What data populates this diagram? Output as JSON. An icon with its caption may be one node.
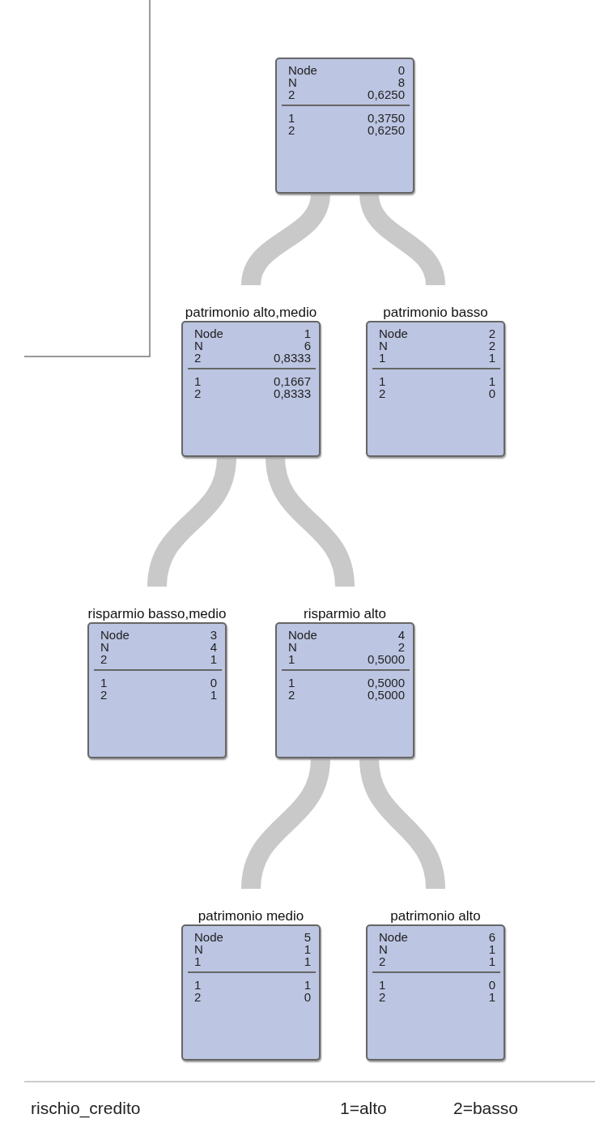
{
  "diagram": {
    "nodes": [
      {
        "text": [
          "Node",
          "0",
          "N",
          "8",
          "2",
          "0,6250",
          "1",
          "0,3750",
          "2",
          "0,6250"
        ]
      },
      {
        "text": [
          "patrimonio alto,medio",
          "Node",
          "1",
          "N",
          "6",
          "2",
          "0,8333",
          "1",
          "0,1667",
          "2",
          "0,8333"
        ]
      },
      {
        "text": [
          "patrimonio basso",
          "Node",
          "2",
          "N",
          "2",
          "1",
          "1",
          "1",
          "1",
          "2",
          "0"
        ]
      },
      {
        "text": [
          "risparmio basso,medio",
          "Node",
          "3",
          "N",
          "4",
          "2",
          "1",
          "1",
          "0",
          "2",
          "1"
        ]
      },
      {
        "text": [
          "risparmio alto",
          "Node",
          "4",
          "N",
          "2",
          "1",
          "0,5000",
          "1",
          "0,5000",
          "2",
          "0,5000"
        ]
      },
      {
        "text": [
          "patrimonio medio",
          "Node",
          "5",
          "N",
          "1",
          "1",
          "1",
          "1",
          "1",
          "2",
          "0"
        ]
      },
      {
        "text": [
          "patrimonio alto",
          "Node",
          "6",
          "N",
          "1",
          "2",
          "1",
          "1",
          "0",
          "2",
          "1"
        ]
      }
    ],
    "edges": [
      {
        "from": 0,
        "to": 1,
        "arrow": "none"
      },
      {
        "from": 0,
        "to": 2,
        "arrow": "none"
      },
      {
        "from": 1,
        "to": 3,
        "arrow": "none"
      },
      {
        "from": 1,
        "to": 4,
        "arrow": "none"
      },
      {
        "from": 4,
        "to": 5,
        "arrow": "none"
      },
      {
        "from": 4,
        "to": 6,
        "arrow": "none"
      }
    ],
    "labels": [
      "rischio_credito",
      "1=alto",
      "2=basso"
    ]
  }
}
